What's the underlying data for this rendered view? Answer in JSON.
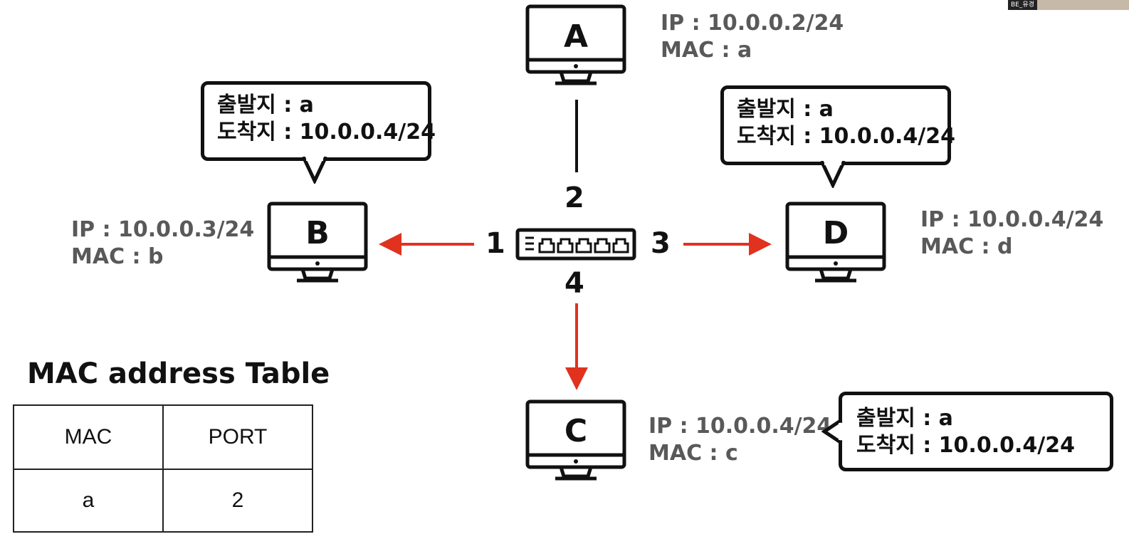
{
  "hosts": [
    {
      "id": "A",
      "label": "A",
      "ip": "IP : 10.0.0.2/24",
      "mac": "MAC : a"
    },
    {
      "id": "B",
      "label": "B",
      "ip": "IP : 10.0.0.3/24",
      "mac": "MAC : b"
    },
    {
      "id": "C",
      "label": "C",
      "ip": "IP : 10.0.0.4/24",
      "mac": "MAC : c"
    },
    {
      "id": "D",
      "label": "D",
      "ip": "IP : 10.0.0.4/24",
      "mac": "MAC : d"
    }
  ],
  "ports": {
    "p1": "1",
    "p2": "2",
    "p3": "3",
    "p4": "4"
  },
  "bubbles": {
    "B": {
      "line1": "출발지 : a",
      "line2": "도착지 : 10.0.0.4/24"
    },
    "D": {
      "line1": "출발지 : a",
      "line2": "도착지 : 10.0.0.4/24"
    },
    "C": {
      "line1": "출발지 : a",
      "line2": "도착지 : 10.0.0.4/24"
    }
  },
  "table": {
    "title": "MAC address Table",
    "headers": [
      "MAC",
      "PORT"
    ],
    "rows": [
      [
        "a",
        "2"
      ]
    ]
  },
  "webcam_badge": "BE_유경",
  "colors": {
    "arrow": "#e0321e",
    "line": "#111111",
    "info_text": "#595959"
  }
}
